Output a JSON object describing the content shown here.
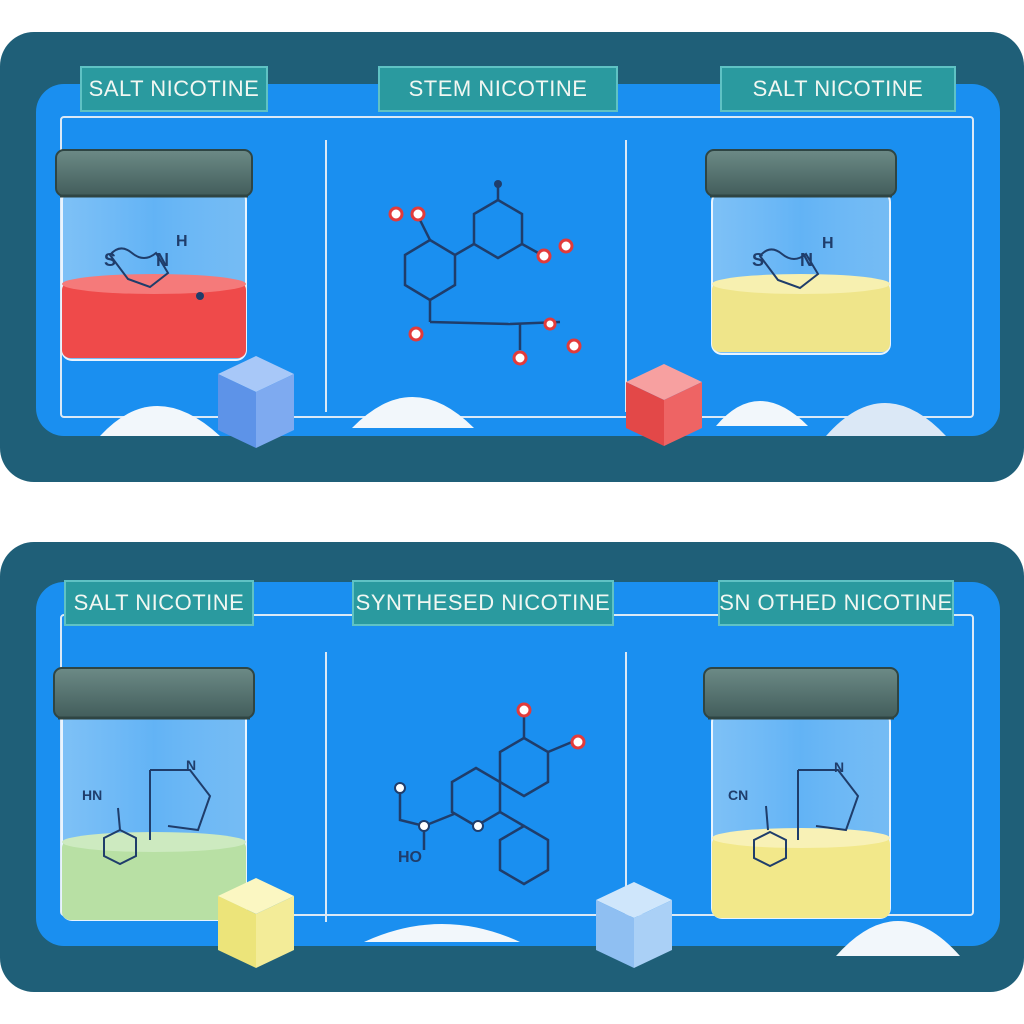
{
  "panels": [
    {
      "labels": [
        "SALT NICOTINE",
        "STEM NICOTINE",
        "SALT NICOTINE"
      ],
      "jar_liquid_colors": [
        "#ef4a4a",
        "#efe58a"
      ],
      "cube_colors": [
        "#6aa3f0",
        "#ee5b5b"
      ],
      "jar_texts": [
        [
          "S",
          "N",
          "H"
        ],
        [
          "S",
          "N",
          "H"
        ]
      ]
    },
    {
      "labels": [
        "SALT NICOTINE",
        "SYNTHESED NICOTINE",
        "SN OTHED NICOTINE"
      ],
      "jar_liquid_colors": [
        "#b8e0a4",
        "#f2e88a"
      ],
      "cube_colors": [
        "#f1ec8e",
        "#9bc9f4"
      ],
      "jar_texts": [
        [
          "HN",
          "N"
        ],
        [
          "CN",
          "N"
        ]
      ],
      "molecule_text": "HO"
    }
  ],
  "colors": {
    "panel_outer": "#1f5f78",
    "panel_inner": "#1a8ff0",
    "label_bg": "#2a9a9f",
    "jar_lid": "#4f6f6c",
    "atom_red": "#e23b3b"
  }
}
